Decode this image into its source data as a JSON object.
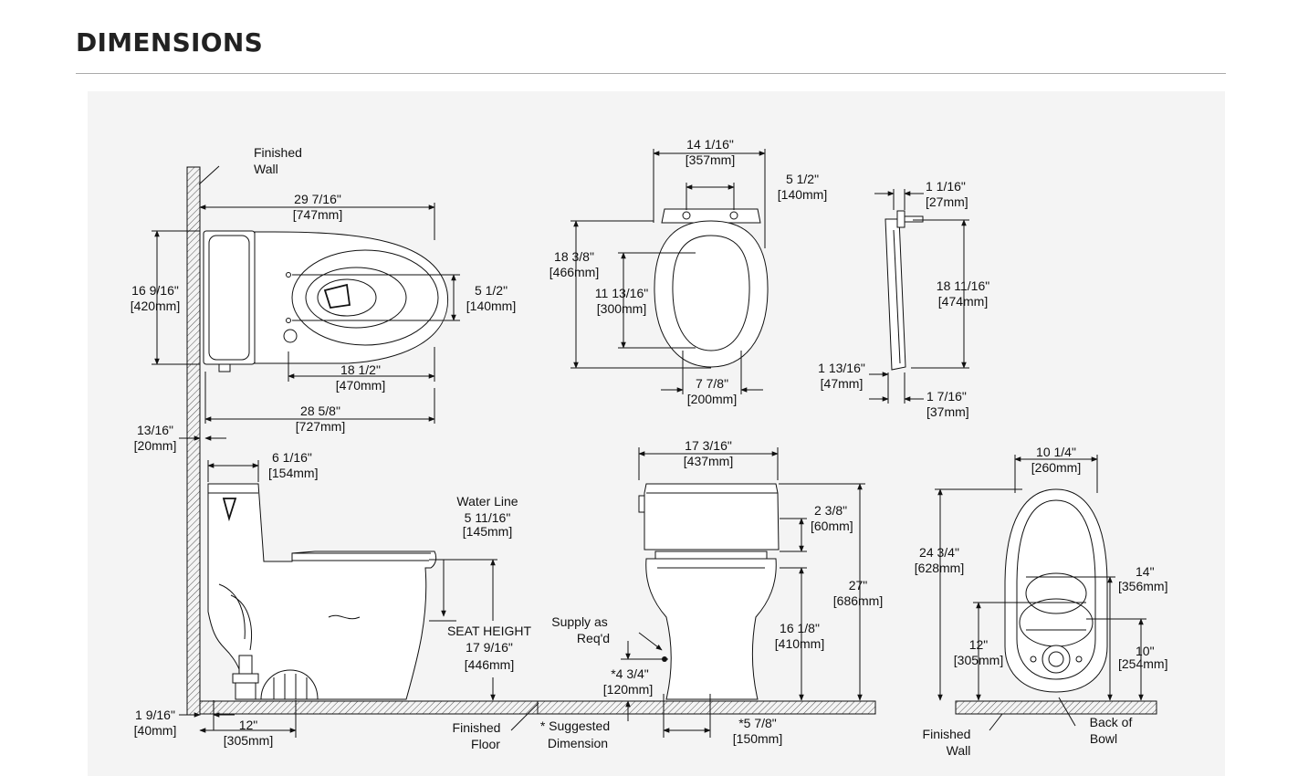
{
  "header": {
    "title": "DIMENSIONS"
  },
  "labels": {
    "finished_wall_top": [
      "Finished",
      "Wall"
    ],
    "top_29_7_16": [
      "29 7/16\"",
      "[747mm]"
    ],
    "top_16_9_16": [
      "16 9/16\"",
      "[420mm]"
    ],
    "top_5_1_2": [
      "5 1/2\"",
      "[140mm]"
    ],
    "top_18_1_2": [
      "18 1/2\"",
      "[470mm]"
    ],
    "top_28_5_8": [
      "28 5/8\"",
      "[727mm]"
    ],
    "top_13_16": [
      "13/16\"",
      "[20mm]"
    ],
    "seat_14_1_16": [
      "14 1/16\"",
      "[357mm]"
    ],
    "seat_5_1_2": [
      "5 1/2\"",
      "[140mm]"
    ],
    "seat_18_3_8": [
      "18 3/8\"",
      "[466mm]"
    ],
    "seat_11_13_16": [
      "11 13/16\"",
      "[300mm]"
    ],
    "seat_7_7_8": [
      "7 7/8\"",
      "[200mm]"
    ],
    "lid_1_1_16": [
      "1 1/16\"",
      "[27mm]"
    ],
    "lid_18_11_16": [
      "18 11/16\"",
      "[474mm]"
    ],
    "lid_1_13_16": [
      "1 13/16\"",
      "[47mm]"
    ],
    "lid_1_7_16": [
      "1 7/16\"",
      "[37mm]"
    ],
    "side_6_1_16": [
      "6 1/16\"",
      "[154mm]"
    ],
    "water_line": [
      "Water Line",
      "5 11/16\"",
      "[145mm]"
    ],
    "seat_height": [
      "SEAT HEIGHT",
      "17 9/16\"",
      "[446mm]"
    ],
    "side_1_9_16": [
      "1 9/16\"",
      "[40mm]"
    ],
    "side_12": [
      "12\"",
      "[305mm]"
    ],
    "finished_floor": [
      "Finished",
      "Floor"
    ],
    "suggested": [
      "* Suggested",
      "Dimension"
    ],
    "supply": [
      "Supply as",
      "Req'd"
    ],
    "front_17_3_16": [
      "17 3/16\"",
      "[437mm]"
    ],
    "front_2_3_8": [
      "2 3/8\"",
      "[60mm]"
    ],
    "front_27": [
      "27\"",
      "[686mm]"
    ],
    "front_16_1_8": [
      "16 1/8\"",
      "[410mm]"
    ],
    "front_4_3_4": [
      "*4 3/4\"",
      "[120mm]"
    ],
    "front_5_7_8": [
      "*5 7/8\"",
      "[150mm]"
    ],
    "bottom_10_1_4": [
      "10 1/4\"",
      "[260mm]"
    ],
    "bottom_24_3_4": [
      "24 3/4\"",
      "[628mm]"
    ],
    "bottom_14": [
      "14\"",
      "[356mm]"
    ],
    "bottom_12": [
      "12\"",
      "[305mm]"
    ],
    "bottom_10": [
      "10\"",
      "[254mm]"
    ],
    "finished_wall_bottom": [
      "Finished",
      "Wall"
    ],
    "back_of_bowl": [
      "Back of",
      "Bowl"
    ]
  }
}
